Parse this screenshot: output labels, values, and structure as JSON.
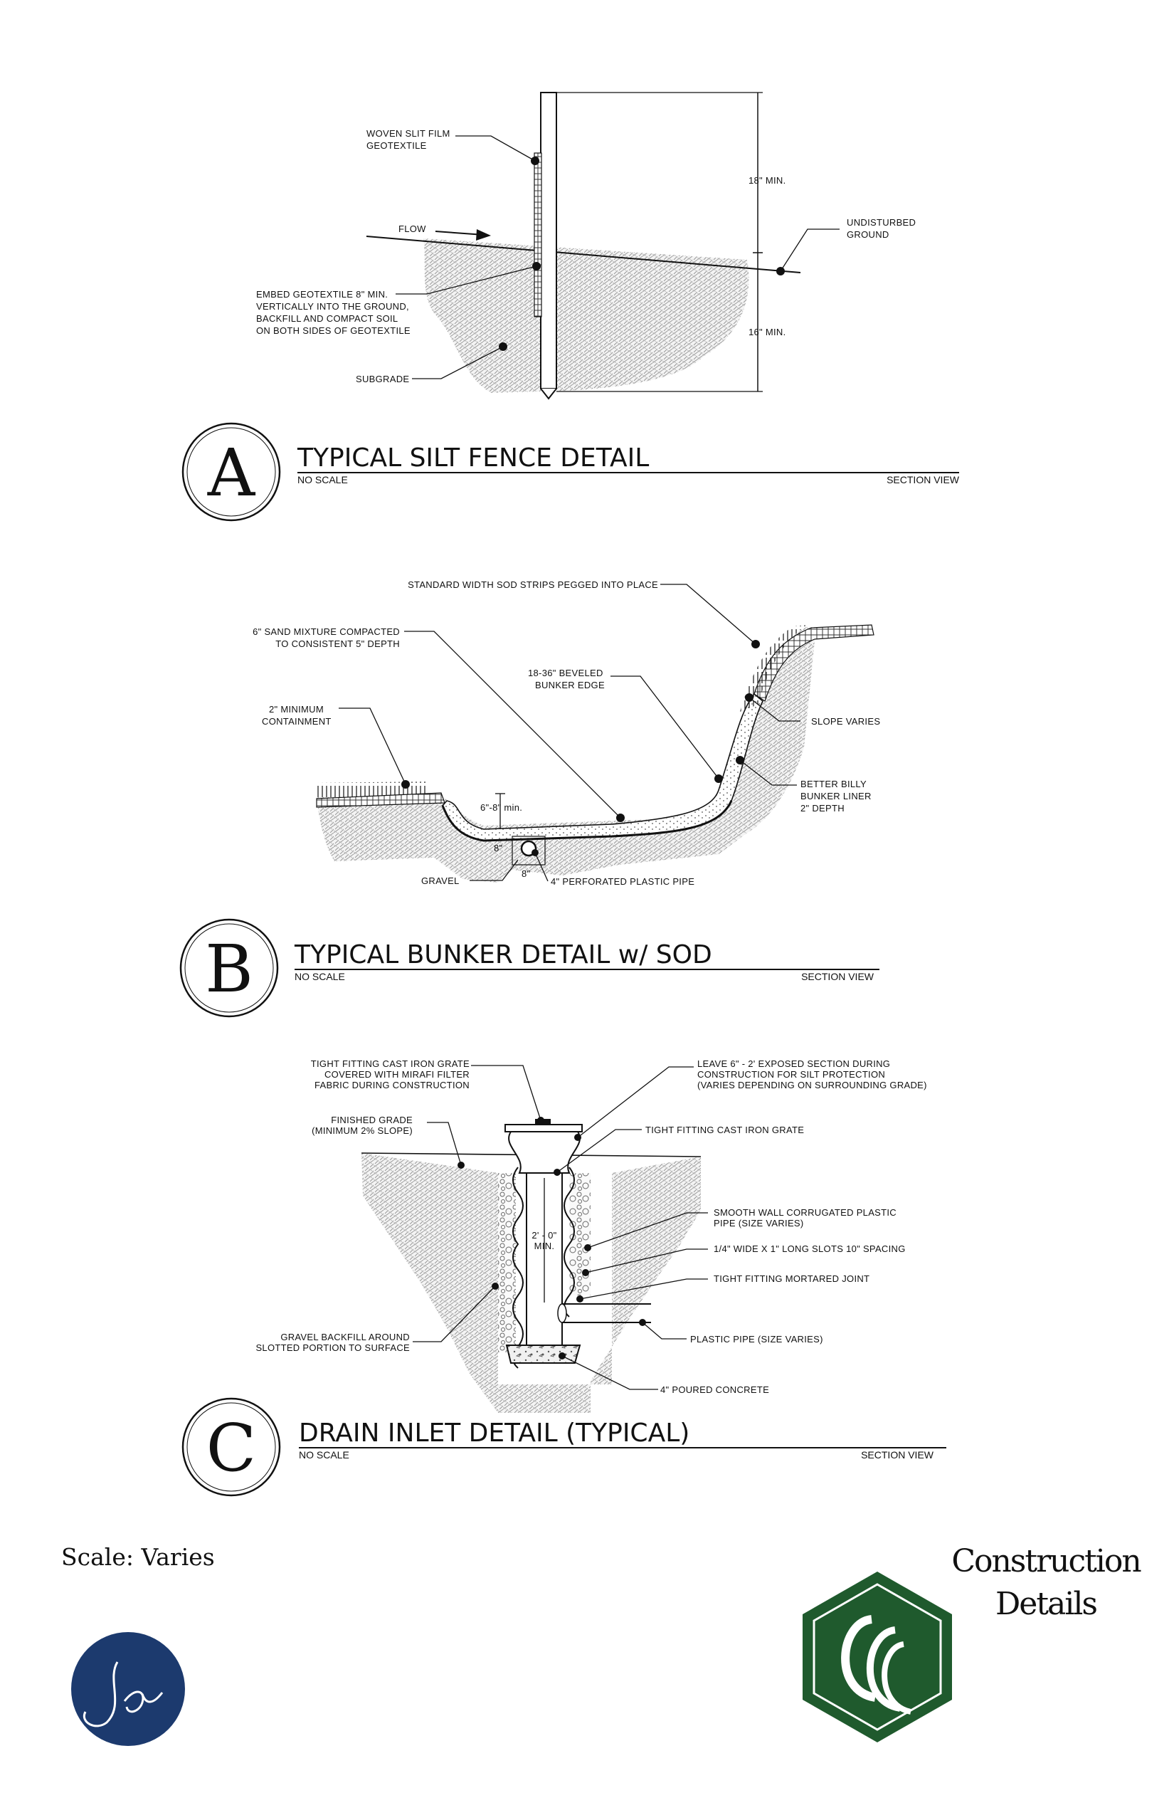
{
  "details": [
    {
      "letter": "A",
      "title": "TYPICAL SILT FENCE DETAIL",
      "scale": "NO SCALE",
      "view": "SECTION VIEW",
      "callouts": {
        "geotextile": [
          "WOVEN SLIT FILM",
          "GEOTEXTILE"
        ],
        "flow": "FLOW",
        "embed": [
          "EMBED GEOTEXTILE 8\" MIN.",
          "VERTICALLY INTO THE GROUND,",
          "BACKFILL AND COMPACT SOIL",
          "ON BOTH SIDES OF GEOTEXTILE"
        ],
        "subgrade": "SUBGRADE",
        "min18": "18\" MIN.",
        "min16": "16\" MIN.",
        "undisturbed": [
          "UNDISTURBED",
          "GROUND"
        ]
      }
    },
    {
      "letter": "B",
      "title": "TYPICAL BUNKER DETAIL w/ SOD",
      "scale": "NO SCALE",
      "view": "SECTION VIEW",
      "callouts": {
        "sod": "STANDARD WIDTH SOD STRIPS PEGGED INTO PLACE",
        "sand": [
          "6\" SAND MIXTURE COMPACTED",
          "TO CONSISTENT 5\" DEPTH"
        ],
        "beveled": [
          "18-36\" BEVELED",
          "BUNKER EDGE"
        ],
        "containment": [
          "2\" MINIMUM",
          "CONTAINMENT"
        ],
        "slope": "SLOPE VARIES",
        "liner": [
          "BETTER BILLY",
          "BUNKER LINER",
          "2\" DEPTH"
        ],
        "depth": "6\"-8\" min.",
        "dim_a": "8\"",
        "dim_b": "8\"",
        "gravel": "GRAVEL",
        "pipe": "4\" PERFORATED PLASTIC PIPE"
      }
    },
    {
      "letter": "C",
      "title": "DRAIN INLET DETAIL (TYPICAL)",
      "scale": "NO SCALE",
      "view": "SECTION VIEW",
      "callouts": {
        "grate_cover": [
          "TIGHT FITTING CAST IRON GRATE",
          "COVERED WITH MIRAFI FILTER",
          "FABRIC DURING CONSTRUCTION"
        ],
        "leave": [
          "LEAVE 6\" - 2' EXPOSED SECTION DURING",
          "CONSTRUCTION FOR SILT PROTECTION",
          "(VARIES DEPENDING ON SURROUNDING GRADE)"
        ],
        "finished": [
          "FINISHED GRADE",
          "(MINIMUM 2% SLOPE)"
        ],
        "grate": "TIGHT FITTING CAST IRON GRATE",
        "smooth": [
          "SMOOTH WALL CORRUGATED PLASTIC",
          "PIPE (SIZE VARIES)"
        ],
        "slots": "1/4\" WIDE X 1\" LONG SLOTS 10\" SPACING",
        "mortared": "TIGHT FITTING MORTARED JOINT",
        "dim": [
          "2' - 0\"",
          "MIN."
        ],
        "gravel": [
          "GRAVEL BACKFILL AROUND",
          "SLOTTED PORTION TO SURFACE"
        ],
        "plastic": "PLASTIC PIPE (SIZE VARIES)",
        "concrete": "4\" POURED CONCRETE"
      }
    }
  ],
  "footer": {
    "scale_text": "Scale: Varies",
    "brand_line1": "Construction",
    "brand_line2": "Details",
    "logo_left_text": "jdr",
    "logo_right_text": "CCC"
  },
  "colors": {
    "ink": "#111111",
    "navy": "#1c3a6e",
    "green": "#1f5a2d",
    "hatch": "#9a9a9a"
  }
}
